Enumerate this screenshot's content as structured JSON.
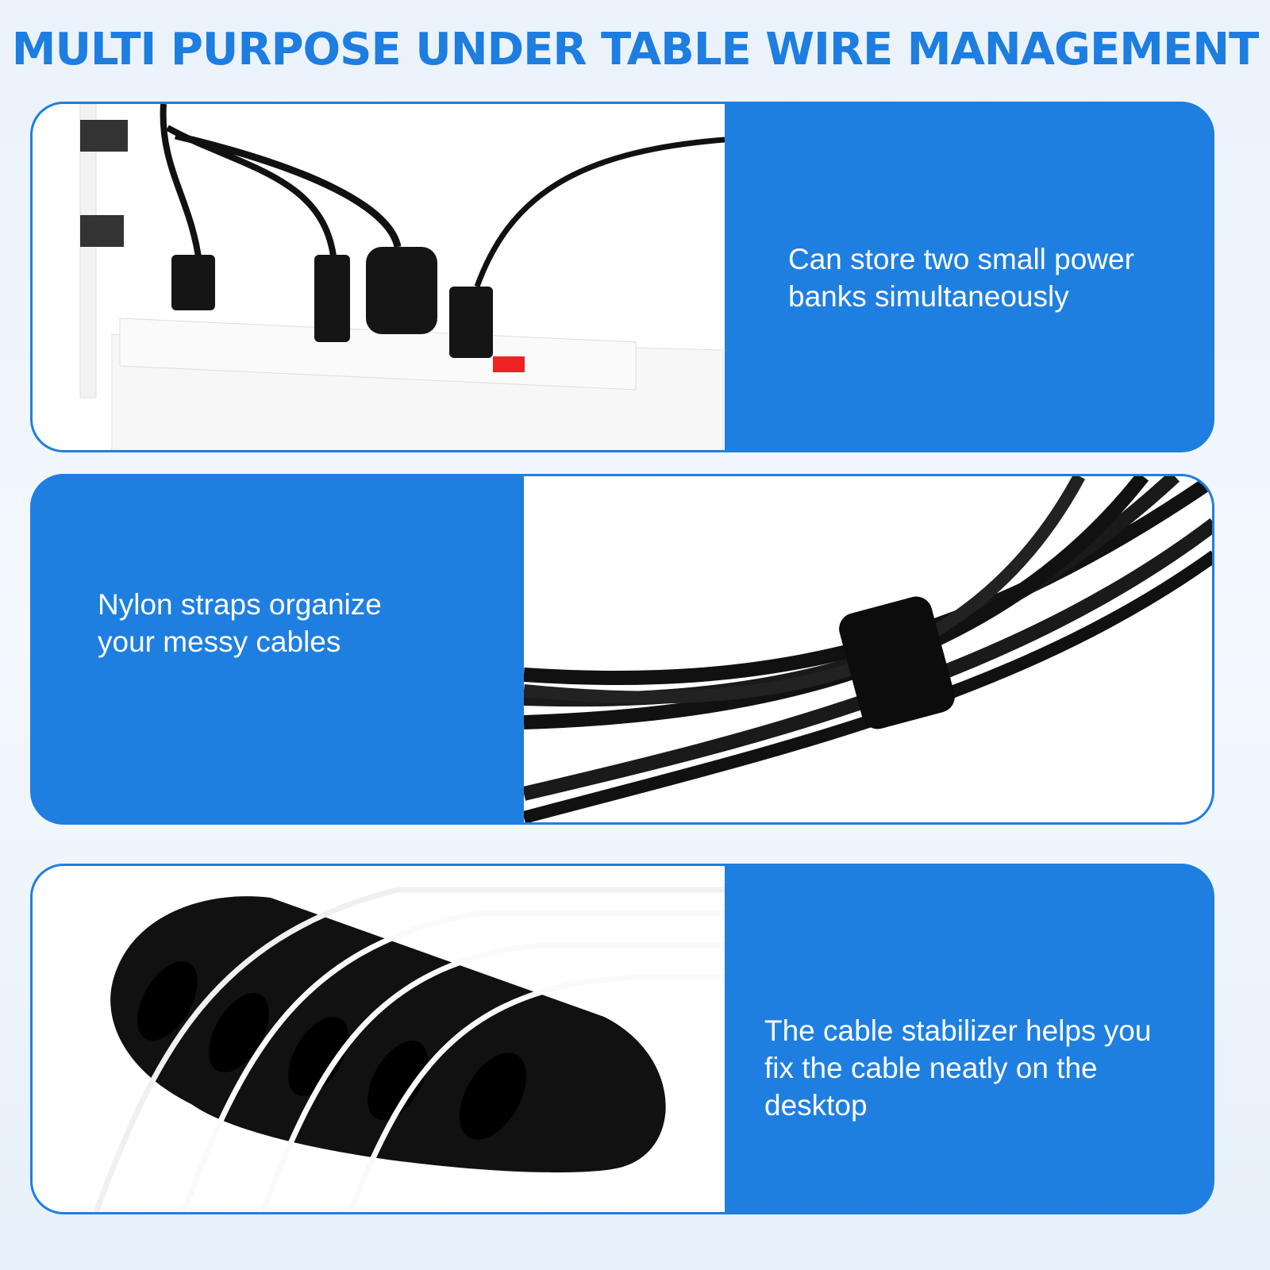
{
  "title": "MULTI PURPOSE UNDER TABLE WIRE MANAGEMENT",
  "panels": [
    {
      "text_lines": [
        "Can store two small power",
        "banks simultaneously"
      ]
    },
    {
      "text_lines": [
        "Nylon straps organize",
        "your messy cables"
      ]
    },
    {
      "text_lines": [
        "The cable stabilizer helps you",
        "fix the cable neatly on the",
        "desktop"
      ]
    }
  ],
  "colors": {
    "accent": "#1f7fe0",
    "title": "#1d7de0",
    "background": "#eaf2fb"
  }
}
